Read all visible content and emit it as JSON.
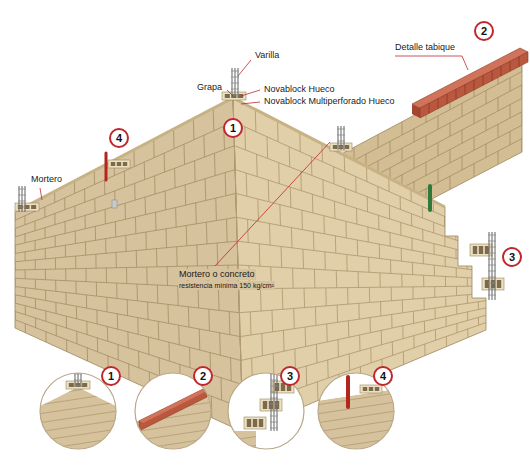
{
  "diagram": {
    "nodes": [
      {
        "text": [
          "2"
        ]
      },
      {
        "text": [
          "1"
        ]
      },
      {
        "text": [
          "4"
        ]
      },
      {
        "text": [
          "3"
        ]
      },
      {
        "text": [
          "1"
        ]
      },
      {
        "text": [
          "2"
        ]
      },
      {
        "text": [
          "3"
        ]
      },
      {
        "text": [
          "4"
        ]
      }
    ],
    "labels": [
      "Varilla",
      "Grapa",
      "Novablock Hueco",
      "Novablock Multiperforado Hueco",
      "Detalle tabique",
      "Mortero",
      "Mortero o concreto",
      "resistencia mínima 150 kg/cm²"
    ]
  }
}
